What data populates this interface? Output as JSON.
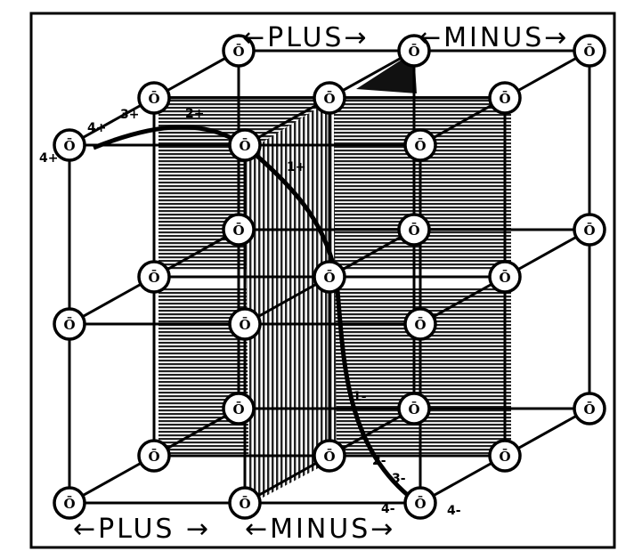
{
  "diagram": {
    "top_labels": {
      "left": "←PLUS→",
      "right": "←MINUS→"
    },
    "bottom_labels": {
      "left": "←PLUS →",
      "right": "←MINUS→"
    },
    "node_symbol": "Ō",
    "path_labels_plus": [
      "4+",
      "4+",
      "3+",
      "2+",
      "1+"
    ],
    "path_labels_minus": [
      "1-",
      "2-",
      "3-",
      "4-",
      "4-"
    ],
    "lattice": {
      "columns": 3,
      "rows": 3,
      "layers": 3
    }
  }
}
